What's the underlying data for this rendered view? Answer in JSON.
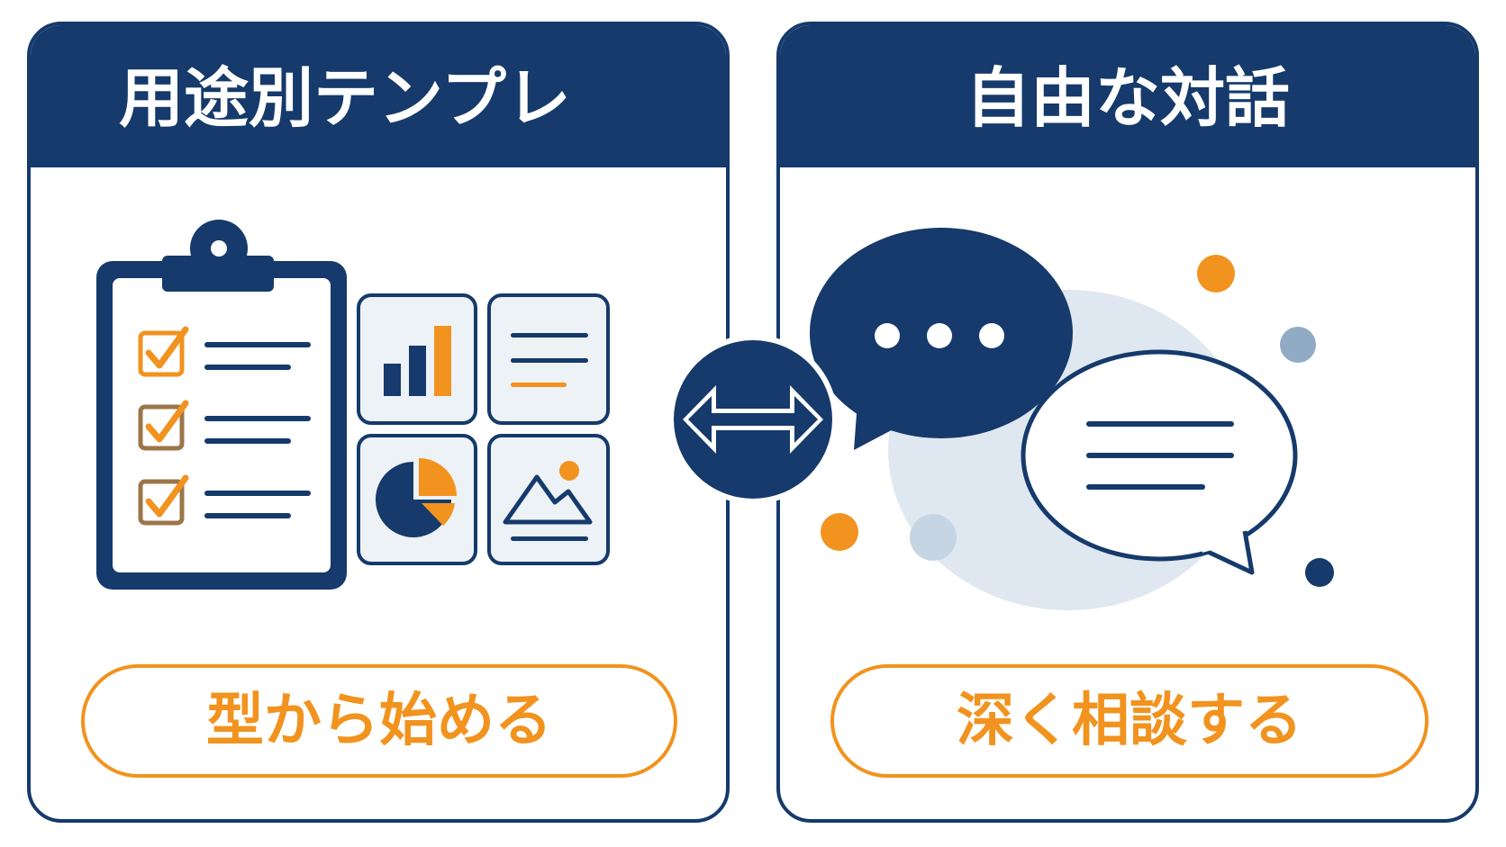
{
  "colors": {
    "navy": "#153a6b",
    "orange": "#f1931e",
    "light_blue": "#dfe8f1",
    "tile_bg": "#edf2f7",
    "muted_blue": "#91abc4",
    "white": "#ffffff"
  },
  "left_panel": {
    "title": "用途別テンプレ",
    "button_label": "型から始める",
    "icons": [
      "clipboard-checklist-icon",
      "bar-chart-icon",
      "text-lines-icon",
      "pie-chart-icon",
      "image-icon"
    ]
  },
  "right_panel": {
    "title": "自由な対話",
    "button_label": "深く相談する",
    "icons": [
      "typing-speech-bubble-icon",
      "text-speech-bubble-icon"
    ]
  },
  "connector": {
    "icon": "double-arrow-icon"
  }
}
